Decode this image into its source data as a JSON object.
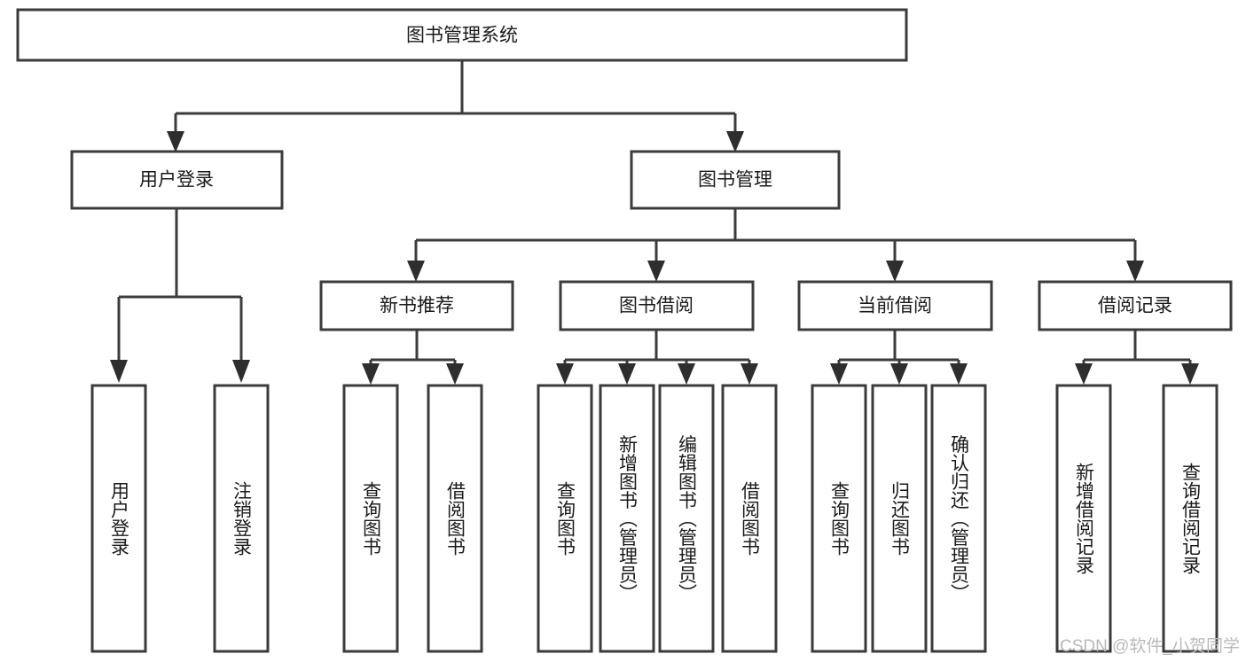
{
  "diagram": {
    "title": "图书管理系统",
    "type": "tree-hierarchy-diagram",
    "root": {
      "label": "图书管理系统"
    },
    "level1": [
      {
        "label": "用户登录"
      },
      {
        "label": "图书管理"
      }
    ],
    "level2": [
      {
        "label": "新书推荐"
      },
      {
        "label": "图书借阅"
      },
      {
        "label": "当前借阅"
      },
      {
        "label": "借阅记录"
      }
    ],
    "leaves": {
      "user_login": [
        {
          "label": "用户登录"
        },
        {
          "label": "注销登录"
        }
      ],
      "new_book_recommend": [
        {
          "label": "查询图书"
        },
        {
          "label": "借阅图书"
        }
      ],
      "book_borrow": [
        {
          "label": "查询图书"
        },
        {
          "label": "新增图书（管理员）"
        },
        {
          "label": "编辑图书（管理员）"
        },
        {
          "label": "借阅图书"
        }
      ],
      "current_borrow": [
        {
          "label": "查询图书"
        },
        {
          "label": "归还图书"
        },
        {
          "label": "确认归还（管理员）"
        }
      ],
      "borrow_record": [
        {
          "label": "新增借阅记录"
        },
        {
          "label": "查询借阅记录"
        }
      ]
    }
  },
  "watermark": {
    "text": "CSDN @软件_小贺同学"
  },
  "colors": {
    "box_stroke": "#3b3b3b",
    "connector": "#3b3b3b",
    "background": "#ffffff",
    "text": "#1a1a1a",
    "watermark": "#b9b9b9"
  }
}
